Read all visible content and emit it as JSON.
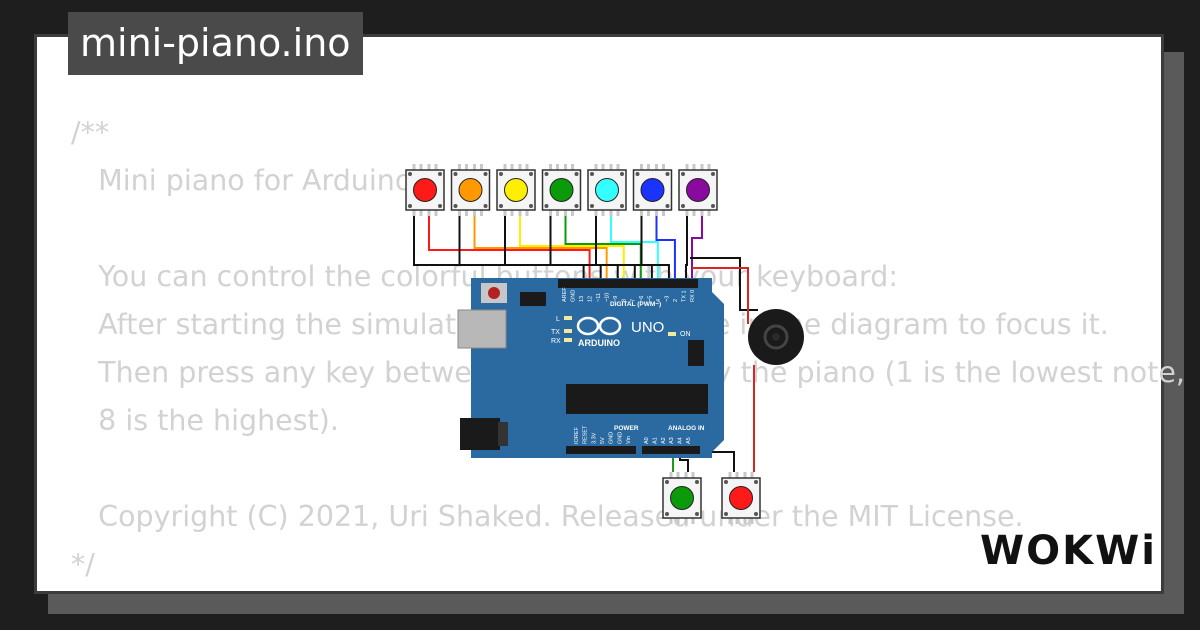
{
  "title": "mini-piano.ino",
  "code_lines": [
    "/**",
    "   Mini piano for Arduino.",
    "",
    "   You can control the colorful buttons with your keyboard:",
    "   After starting the simulation, click anywhere in the diagram to focus it.",
    "   Then press any key between 1 and 8 to play the piano (1 is the lowest note,",
    "   8 is the highest).",
    "",
    "   Copyright (C) 2021, Uri Shaked. Released under the MIT License.",
    "*/"
  ],
  "brand": "WOKWi",
  "board": {
    "name": "UNO",
    "maker": "ARDUINO",
    "on_label": "ON",
    "tx_label": "TX",
    "rx_label": "RX",
    "l_label": "L",
    "digital_label": "DIGITAL (PWM~)",
    "power_label": "POWER",
    "analog_label": "ANALOG IN",
    "digital_pins": [
      "AREF",
      "GND",
      "13",
      "12",
      "~11",
      "~10",
      "~9",
      "8",
      "7",
      "~6",
      "~5",
      "4",
      "~3",
      "2",
      "TX 1",
      "RX 0"
    ],
    "power_pins": [
      "IOREF",
      "RESET",
      "3.3V",
      "5V",
      "GND",
      "GND",
      "Vin"
    ],
    "analog_pins": [
      "A0",
      "A1",
      "A2",
      "A3",
      "A4",
      "A5"
    ]
  },
  "piano_keys": [
    {
      "color": "#ff1a1a"
    },
    {
      "color": "#ff9900"
    },
    {
      "color": "#ffee00"
    },
    {
      "color": "#0a9a0a"
    },
    {
      "color": "#33ffff"
    },
    {
      "color": "#1a33ff"
    },
    {
      "color": "#8a0aa0"
    }
  ],
  "extra_buttons": [
    {
      "color": "#0a9a0a"
    },
    {
      "color": "#ff1a1a"
    }
  ],
  "colors": {
    "board": "#2b6aa0",
    "card_bg": "#ffffff",
    "page_bg": "#1e1e1e",
    "code_text": "#d2d2d2",
    "title_tab": "#4a4a4a"
  }
}
